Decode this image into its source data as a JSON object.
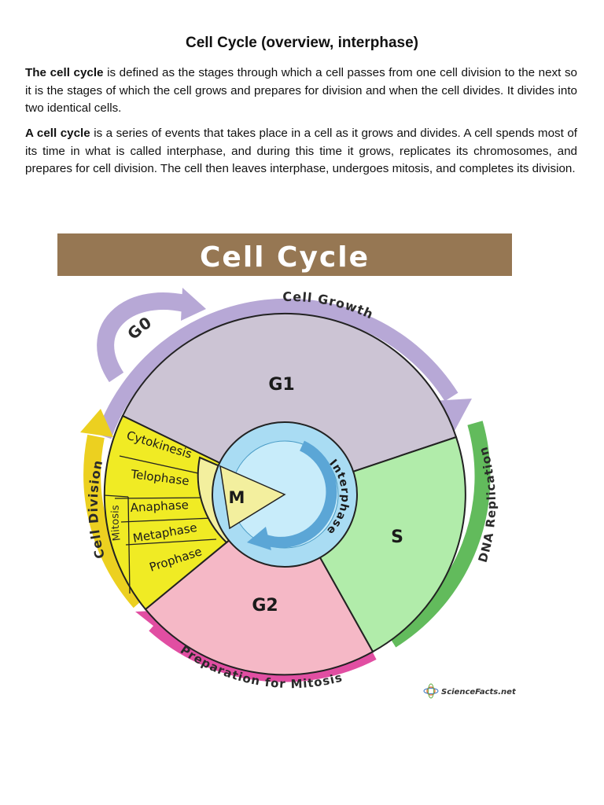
{
  "document": {
    "title": "Cell Cycle (overview, interphase)",
    "paragraph1": {
      "bold_lead": "The cell cycle",
      "text": " is defined as the stages through which a cell passes from one cell division to the next so it is the stages of which the cell grows and prepares for division and when the cell divides. It divides into two identical cells."
    },
    "paragraph2": {
      "bold_lead": "A cell cycle",
      "text": " is a series of events that takes place in a cell as it grows and divides. A cell spends most of its time in what is called interphase, and during this time it grows, replicates its chromosomes, and prepares for cell division. The cell then leaves interphase, undergoes mitosis, and completes its division."
    }
  },
  "diagram": {
    "banner_title": "Cell Cycle",
    "phases": {
      "g1": "G1",
      "s": "S",
      "g2": "G2",
      "m": "M",
      "g0": "G0",
      "interphase": "Interphase",
      "mitosis": "Mitosis"
    },
    "mitosis_stages": [
      "Cytokinesis",
      "Telophase",
      "Anaphase",
      "Metaphase",
      "Prophase"
    ],
    "arc_labels": {
      "cell_growth": "Cell Growth",
      "dna_replication": "DNA Replication",
      "preparation_for_mitosis": "Preparation for Mitosis",
      "cell_division": "Cell Division"
    },
    "credit": "ScienceFacts.net",
    "colors": {
      "banner": "#967753",
      "g1": "#ccc4d4",
      "s": "#b1ecaa",
      "g2": "#f5b8c6",
      "m": "#f3ef9e",
      "mitosis_band": "#f0eb24",
      "interphase_ring": "#a9dcf3",
      "arc_growth": "#b7a8d6",
      "arc_dna": "#62bb5c",
      "arc_prep": "#e14ea2",
      "arc_division": "#ecd020"
    }
  }
}
